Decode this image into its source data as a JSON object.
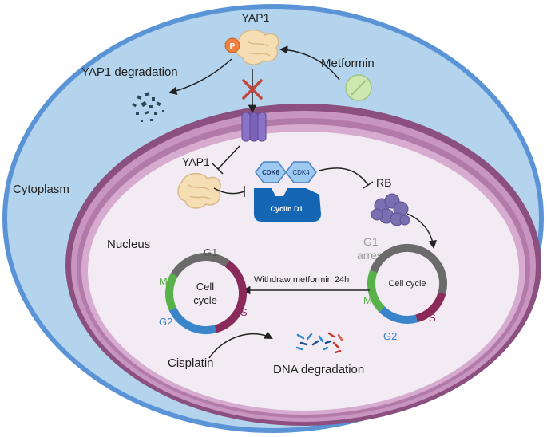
{
  "labels": {
    "yap1_top": "YAP1",
    "phospho": "P",
    "metformin": "Metformin",
    "yap1_degradation": "YAP1 degradation",
    "cytoplasm": "Cytoplasm",
    "nucleus": "Nucleus",
    "yap1_nucleus": "YAP1",
    "cdk6": "CDK6",
    "cdk4": "CDK4",
    "cyclin_d1": "Cyclin D1",
    "rb": "RB",
    "g1_arrest_line1": "G1",
    "g1_arrest_line2": "arrest",
    "withdraw": "Withdraw metformin 24h",
    "cisplatin": "Cisplatin",
    "dna_degradation": "DNA degradation"
  },
  "cycle_left": {
    "g1": "G1",
    "m": "M",
    "s": "S",
    "g2": "G2",
    "center_line1": "Cell",
    "center_line2": "cycle"
  },
  "cycle_right": {
    "center": "Cell cycle",
    "m": "M",
    "s": "S",
    "g2": "G2"
  },
  "colors": {
    "cell_fill": "#b3d4ec",
    "cell_stroke": "#5b94d6",
    "nucleus_fill": "#f3ebf3",
    "membrane_outer": "#8b4f80",
    "membrane_inner": "#c895c0",
    "phase_g1": "#6b6b6b",
    "phase_s": "#8a2a5a",
    "phase_g2": "#3a84c9",
    "phase_m": "#59b14a",
    "cdk_fill": "#9ec9f0",
    "cyclin_fill": "#1565b5",
    "rb_fill": "#7a6fb0",
    "yap_fill": "#f5deb3",
    "phospho_fill": "#f08040",
    "inhibit_x": "#c0473a"
  }
}
